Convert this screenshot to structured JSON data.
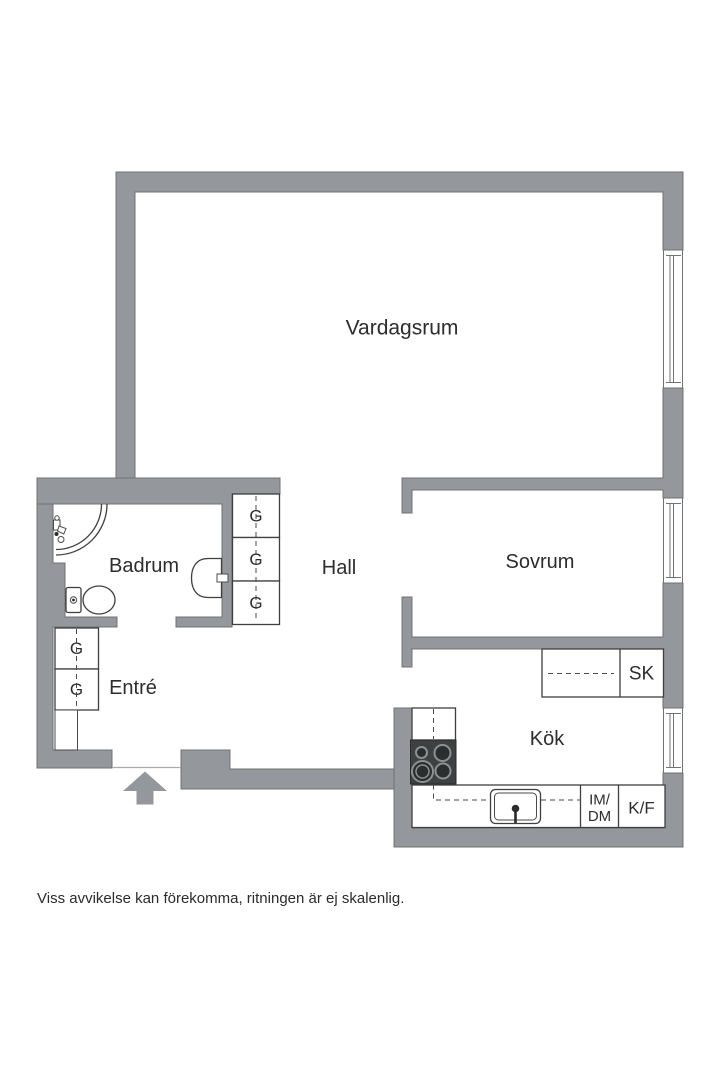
{
  "floor_plan": {
    "rooms": {
      "living_room": {
        "label": "Vardagsrum"
      },
      "bathroom": {
        "label": "Badrum"
      },
      "hall": {
        "label": "Hall"
      },
      "bedroom": {
        "label": "Sovrum"
      },
      "entry": {
        "label": "Entré"
      },
      "kitchen": {
        "label": "Kök"
      }
    },
    "labels": {
      "wardrobe": "G",
      "cleaning_closet": "SK",
      "micro_dishwasher_line1": "IM/",
      "micro_dishwasher_line2": "DM",
      "fridge_freezer": "K/F"
    },
    "footnote": "Viss avvikelse kan förekomma, ritningen är ej skalenlig.",
    "colors": {
      "wall": "#94979B",
      "outline": "#6F7276",
      "line": "#3F3F3F",
      "text": "#2D2D2D",
      "stove": "#3E4142",
      "background": "#FFFFFF"
    }
  }
}
